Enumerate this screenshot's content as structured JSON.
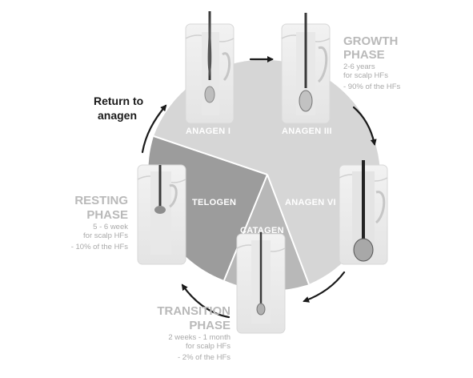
{
  "segments": {
    "anagen_1": "ANAGEN I",
    "anagen_3": "ANAGEN III",
    "anagen_6": "ANAGEN VI",
    "catagen": "CATAGEN",
    "telogen": "TELOGEN"
  },
  "growth": {
    "title_1": "GROWTH",
    "title_2": "PHASE",
    "line_1": "2-6 years",
    "line_2": "for scalp HFs",
    "line_3": "- 90% of the HFs"
  },
  "resting": {
    "title_1": "RESTING",
    "title_2": "PHASE",
    "line_1": "5 - 6 week",
    "line_2": "for scalp HFs",
    "line_3": "- 10% of the HFs"
  },
  "transition": {
    "title_1": "TRANSITION",
    "title_2": "PHASE",
    "line_1": "2 weeks - 1 month",
    "line_2": "for scalp HFs",
    "line_3": "- 2% of the HFs"
  },
  "return": {
    "line_1": "Return to",
    "line_2": "anagen"
  },
  "colors": {
    "anagen": "#d6d6d6",
    "catagen": "#b8b8b8",
    "telogen": "#9c9c9c",
    "card": "#eeeeee",
    "arrow": "#1a1a1a",
    "label_gray": "#b9b9b9"
  },
  "icons": [
    "follicle-anagen-1-icon",
    "follicle-anagen-3-icon",
    "follicle-anagen-6-icon",
    "follicle-catagen-icon",
    "follicle-telogen-icon",
    "cycle-arrow-icon"
  ]
}
